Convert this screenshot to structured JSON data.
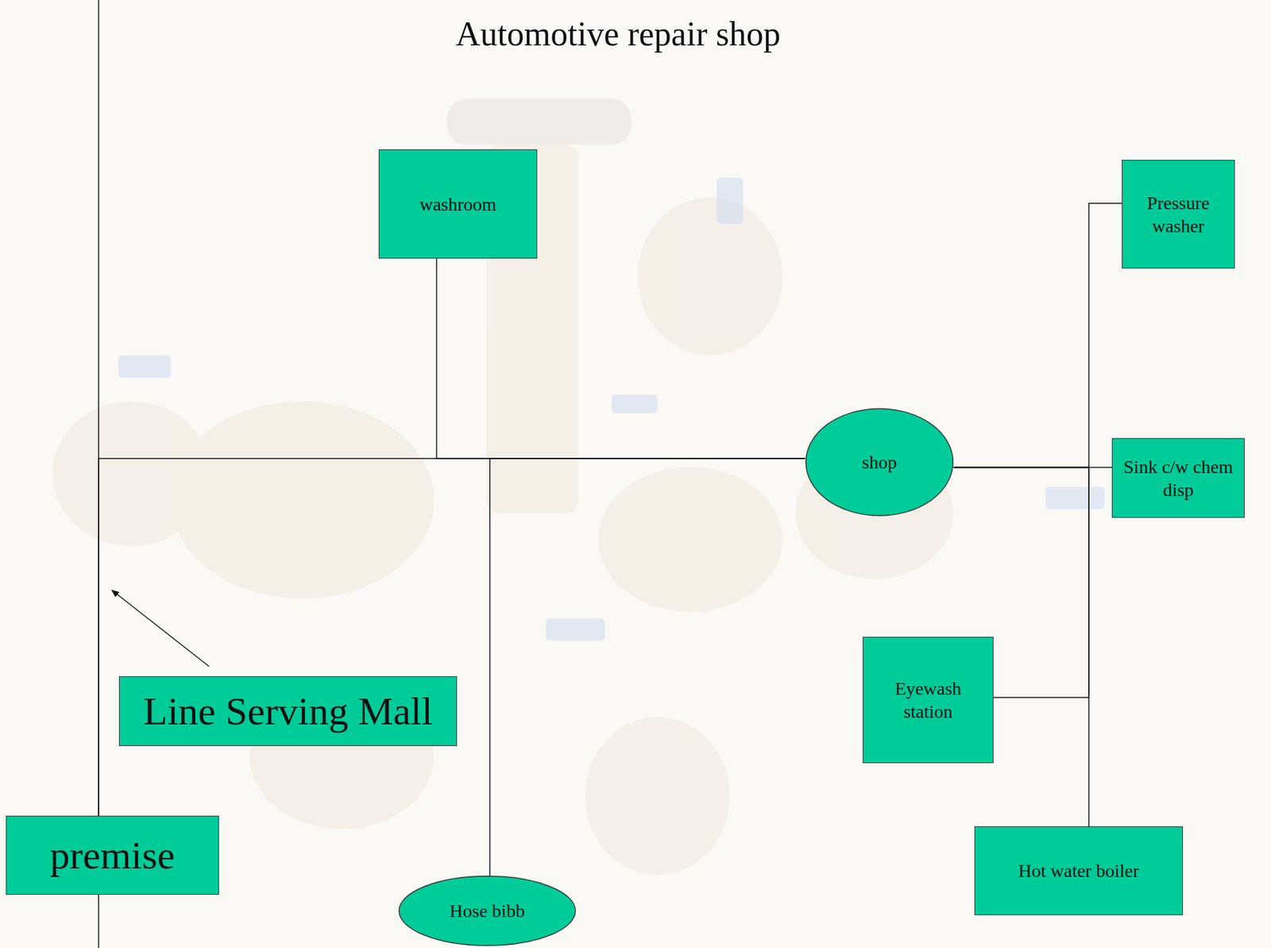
{
  "diagram": {
    "title": "Automotive repair shop",
    "nodes": [
      {
        "text": [
          "washroom"
        ]
      },
      {
        "text": [
          "Pressure washer"
        ]
      },
      {
        "text": [
          "shop"
        ]
      },
      {
        "text": [
          "Sink c/w chem disp"
        ]
      },
      {
        "text": [
          "Eyewash station"
        ]
      },
      {
        "text": [
          "Line Serving Mall"
        ]
      },
      {
        "text": [
          "premise"
        ]
      },
      {
        "text": [
          "Hot water boiler"
        ]
      },
      {
        "text": [
          "Hose bibb"
        ]
      }
    ],
    "edges": [
      {
        "from": 6,
        "to": 2,
        "arrow": "none"
      },
      {
        "from": 0,
        "to": 2,
        "arrow": "none"
      },
      {
        "from": 8,
        "to": 2,
        "arrow": "none"
      },
      {
        "from": 2,
        "to": 1,
        "arrow": "none"
      },
      {
        "from": 2,
        "to": 3,
        "arrow": "none"
      },
      {
        "from": 2,
        "to": 4,
        "arrow": "none"
      },
      {
        "from": 2,
        "to": 7,
        "arrow": "none"
      }
    ]
  }
}
